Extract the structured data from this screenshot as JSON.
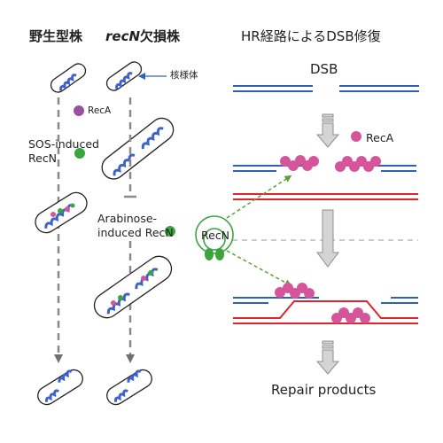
{
  "labels": {
    "wildtype": "野生型株",
    "recn_italic": "recN",
    "deletion_suffix": "欠損株",
    "nucleoid": "核様体",
    "reca_left": "RecA",
    "sos_line1": "SOS-induced",
    "sos_line2": "RecN",
    "arab_line1": "Arabinose-",
    "arab_line2": "induced RecN",
    "panel_title": "HR経路によるDSB修復",
    "dsb": "DSB",
    "reca_right": "RecA",
    "recn_center": "RecN",
    "repair": "Repair products"
  },
  "colors": {
    "blue_strand": "#2e62b8",
    "red_strand": "#e0242b",
    "reca": "#d6559a",
    "recn": "#3aa53c",
    "arrow_gray": "#8a8a8a",
    "green_arrow": "#5aa33a",
    "dna_blue": "#3b63c8"
  }
}
